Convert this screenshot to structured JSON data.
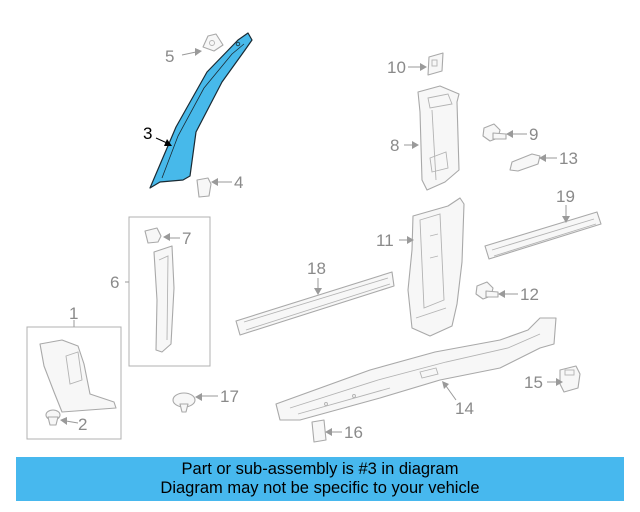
{
  "diagram": {
    "callouts": [
      {
        "id": "1",
        "label": "1"
      },
      {
        "id": "2",
        "label": "2"
      },
      {
        "id": "3",
        "label": "3"
      },
      {
        "id": "4",
        "label": "4"
      },
      {
        "id": "5",
        "label": "5"
      },
      {
        "id": "6",
        "label": "6"
      },
      {
        "id": "7",
        "label": "7"
      },
      {
        "id": "8",
        "label": "8"
      },
      {
        "id": "9",
        "label": "9"
      },
      {
        "id": "10",
        "label": "10"
      },
      {
        "id": "11",
        "label": "11"
      },
      {
        "id": "12",
        "label": "12"
      },
      {
        "id": "13",
        "label": "13"
      },
      {
        "id": "14",
        "label": "14"
      },
      {
        "id": "15",
        "label": "15"
      },
      {
        "id": "16",
        "label": "16"
      },
      {
        "id": "17",
        "label": "17"
      },
      {
        "id": "18",
        "label": "18"
      },
      {
        "id": "19",
        "label": "19"
      }
    ],
    "highlighted_part": "3",
    "highlight_color": "#47b9ea",
    "banner_color": "#47b8ee"
  },
  "banner": {
    "line1": "Part or sub-assembly is #3 in diagram",
    "line2": "Diagram may not be specific to your vehicle"
  }
}
